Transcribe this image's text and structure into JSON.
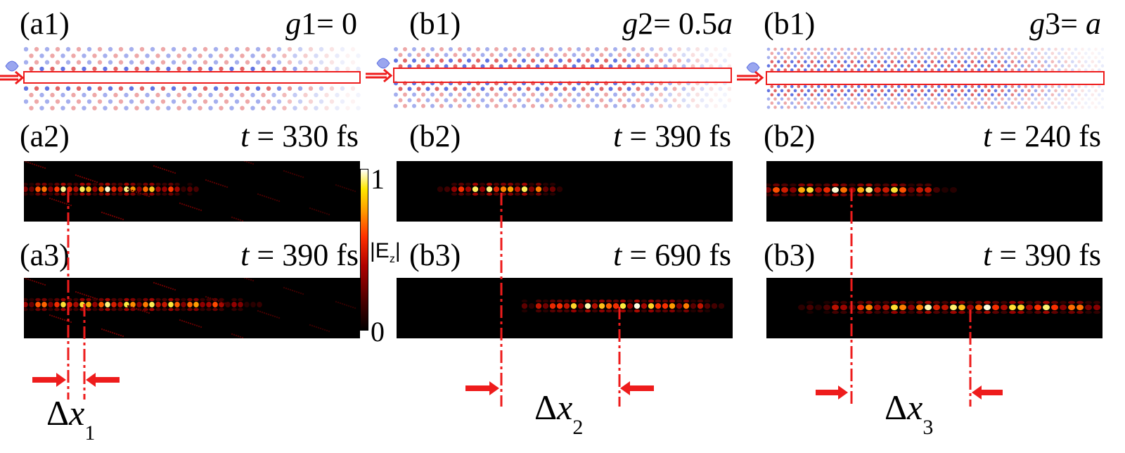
{
  "columns": [
    {
      "id": "g1",
      "structure_tag": "(a1)",
      "gap_label": {
        "prefix": "g",
        "text": "1= 0",
        "italic_suffix": ""
      },
      "early_tag": "(a2)",
      "early_time": {
        "t": "t",
        "text": " = 330 fs"
      },
      "late_tag": "(a3)",
      "late_time": {
        "t": "t",
        "text": " = 390 fs"
      },
      "delta": {
        "symbol": "Δ",
        "var": "x",
        "sub": "1"
      }
    },
    {
      "id": "g2",
      "structure_tag": "(b1)",
      "gap_label": {
        "prefix": "g",
        "text": "2= 0.5",
        "italic_suffix": "a"
      },
      "early_tag": "(b2)",
      "early_time": {
        "t": "t",
        "text": " = 390 fs"
      },
      "late_tag": "(b3)",
      "late_time": {
        "t": "t",
        "text": " = 690 fs"
      },
      "delta": {
        "symbol": "Δ",
        "var": "x",
        "sub": "2"
      }
    },
    {
      "id": "g3",
      "structure_tag": "(b1)",
      "gap_label": {
        "prefix": "g",
        "text": "3= ",
        "italic_suffix": "a"
      },
      "early_tag": "(b2)",
      "early_time": {
        "t": "t",
        "text": " = 240 fs"
      },
      "late_tag": "(b3)",
      "late_time": {
        "t": "t",
        "text": " = 390 fs"
      },
      "delta": {
        "symbol": "Δ",
        "var": "x",
        "sub": "3"
      }
    }
  ],
  "colorbar": {
    "max": "1",
    "min": "0",
    "label": "|E",
    "label_sub": "z",
    "label_end": "|"
  },
  "colors": {
    "guide_red": "#ee1c1c",
    "rod_red": "#e06060",
    "rod_blue": "#5b6ee0",
    "field_hot": "#fff59a"
  }
}
